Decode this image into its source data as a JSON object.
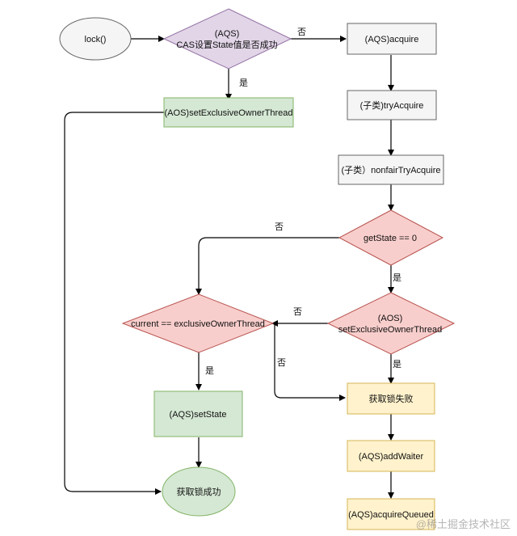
{
  "colors": {
    "gray_fill": "#f5f5f5",
    "gray_stroke": "#666666",
    "green_fill": "#d5e8d4",
    "green_stroke": "#82b366",
    "red_fill": "#f8cecc",
    "red_stroke": "#b85450",
    "yellow_fill": "#fff2cc",
    "yellow_stroke": "#d6b656",
    "arrow": "#000000"
  },
  "nodes": {
    "lock": "lock()",
    "cas_line1": "(AQS)",
    "cas_line2": "CAS设置State值是否成功",
    "acquire": "(AQS)acquire",
    "set_owner": "(AOS)setExclusiveOwnerThread",
    "try_acquire": "(子类)tryAcquire",
    "nonfair": "(子类）nonfairTryAcquire",
    "get_state": "getState == 0",
    "current_check": "current == exclusiveOwnerThread",
    "aos_set_line1": "(AOS)",
    "aos_set_line2": "setExclusiveOwnerThread",
    "set_state": "(AQS)setState",
    "fail": "获取锁失败",
    "add_waiter": "(AQS)addWaiter",
    "success": "获取锁成功",
    "acquire_queued": "(AQS)acquireQueued"
  },
  "edge_labels": {
    "cas_no": "否",
    "cas_yes": "是",
    "getstate_no": "否",
    "getstate_yes": "是",
    "aos_no": "否",
    "aos_yes": "是",
    "current_no": "否",
    "current_yes": "是"
  },
  "watermark": "@稀土掘金技术社区"
}
